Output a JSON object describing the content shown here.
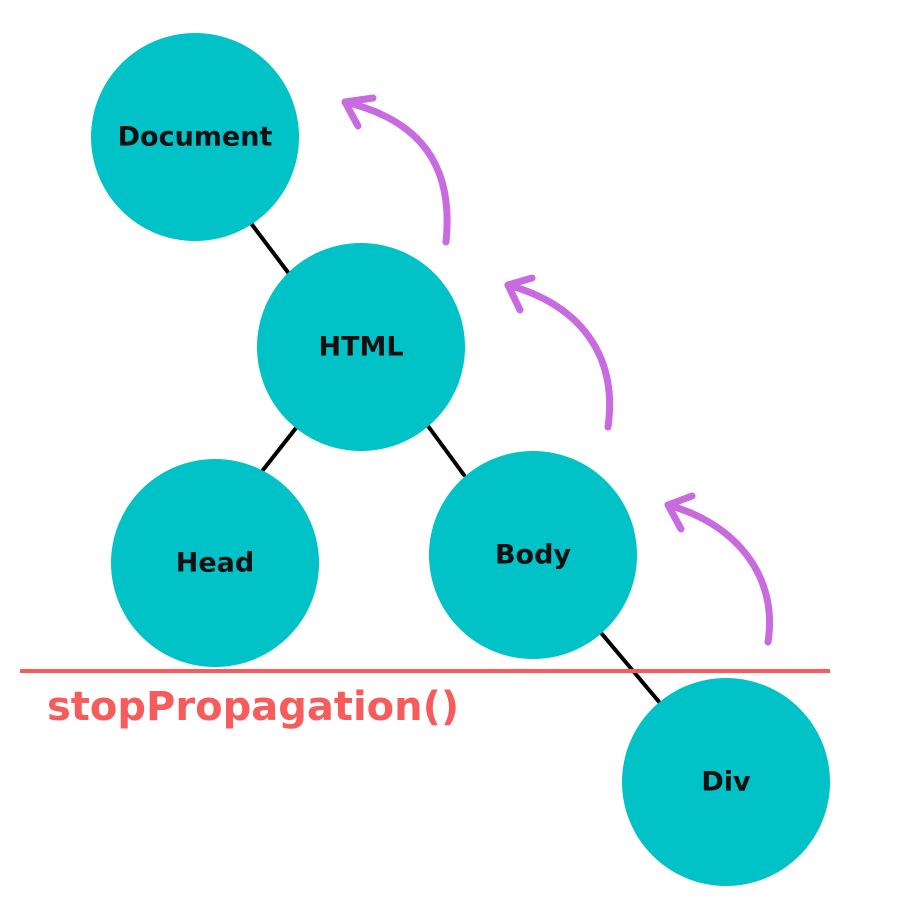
{
  "diagram": {
    "nodes": [
      {
        "id": "document",
        "label": "Document"
      },
      {
        "id": "html",
        "label": "HTML"
      },
      {
        "id": "head",
        "label": "Head"
      },
      {
        "id": "body",
        "label": "Body"
      },
      {
        "id": "div",
        "label": "Div"
      }
    ],
    "edges": [
      {
        "from": "document",
        "to": "html"
      },
      {
        "from": "html",
        "to": "head"
      },
      {
        "from": "html",
        "to": "body"
      },
      {
        "from": "body",
        "to": "div"
      }
    ],
    "propagation_arrows": [
      {
        "from": "div",
        "to": "body"
      },
      {
        "from": "body",
        "to": "html"
      },
      {
        "from": "html",
        "to": "document"
      }
    ],
    "barrier": {
      "label": "stopPropagation()"
    },
    "colors": {
      "node_fill": "#00c2c7",
      "edge": "#000000",
      "arrow": "#c86ae0",
      "barrier": "#f65c5c",
      "node_text": "#111111"
    }
  }
}
